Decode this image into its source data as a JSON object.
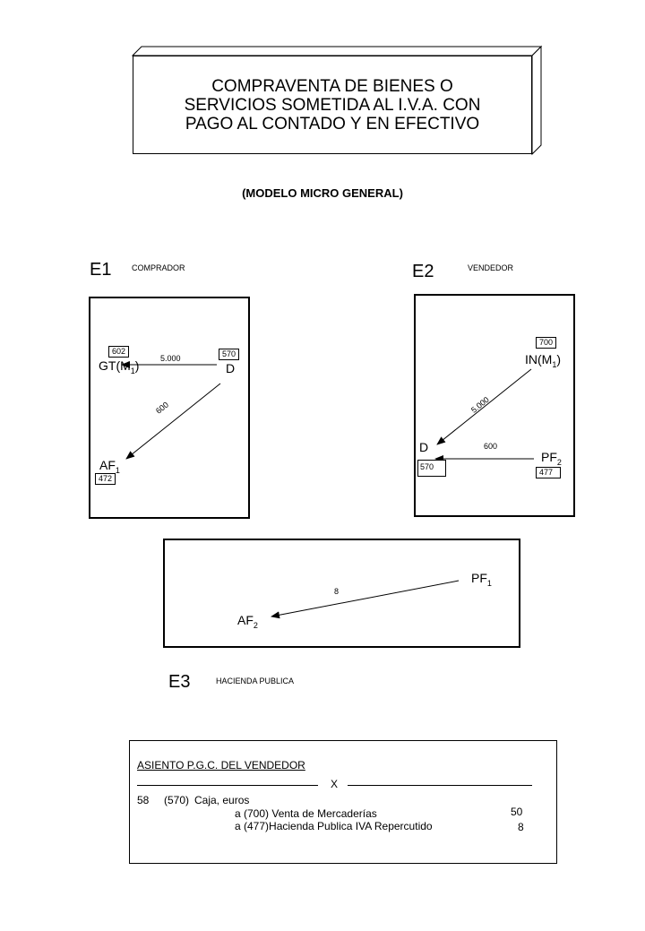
{
  "title": {
    "line1": "COMPRAVENTA DE BIENES O",
    "line2": "SERVICIOS SOMETIDA AL I.V.A. CON",
    "line3": "PAGO AL CONTADO Y EN EFECTIVO"
  },
  "subtitle": "(MODELO MICRO GENERAL)",
  "e1": {
    "label": "E1",
    "role": "COMPRADOR",
    "node_gt": {
      "name": "GT(M",
      "sub": "1",
      "close": ")",
      "code": "602"
    },
    "node_d": {
      "name": "D",
      "code": "570"
    },
    "node_af": {
      "name": "AF",
      "sub": "1",
      "code": "472"
    },
    "edge_d_gt": "5.000",
    "edge_d_af": "600"
  },
  "e2": {
    "label": "E2",
    "role": "VENDEDOR",
    "node_in": {
      "name": "IN(M",
      "sub": "1",
      "close": ")",
      "code": "700"
    },
    "node_d": {
      "name": "D",
      "code": "570"
    },
    "node_pf": {
      "name": "PF",
      "sub": "2",
      "code": "477"
    },
    "edge_in_d": "5.000",
    "edge_pf_d": "600"
  },
  "e3": {
    "label": "E3",
    "role": "HACIENDA PUBLICA",
    "node_pf": {
      "name": "PF",
      "sub": "1"
    },
    "node_af": {
      "name": "AF",
      "sub": "2"
    },
    "edge_pf_af": "8"
  },
  "entry": {
    "heading": "ASIENTO  P.G.C. DEL VENDEDOR",
    "separator": "X",
    "debit_amount": "58",
    "debit_code": "(570)",
    "debit_account": "Caja,  euros",
    "credit1": "a (700)  Venta de Mercaderías",
    "credit1_amount": "50",
    "credit2": "a (477)Hacienda  Publica IVA Repercutido",
    "credit2_amount": "8"
  }
}
